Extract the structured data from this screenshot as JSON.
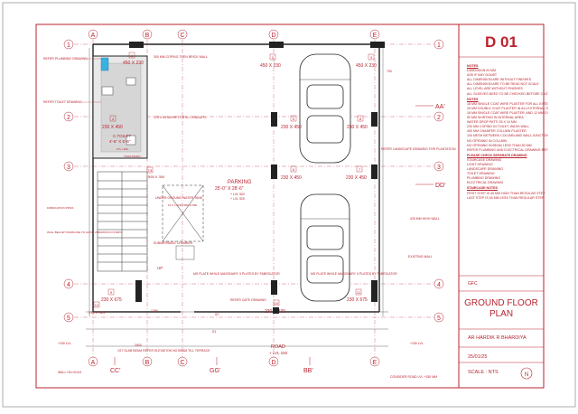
{
  "sheet": {
    "number": "D 01",
    "drawing_title": "GROUND FLOOR PLAN",
    "status": "GFC",
    "architect": "AR HARDIK R BHARDIYA",
    "date": "25/01/25",
    "scale": "SCALE : NTS",
    "compass": "N"
  },
  "notes": [
    {
      "heading": "NOTES",
      "lines": [
        "DIMENSION IN MM",
        "ASK IF ANY DOUBT",
        "ALL DIMENSION ARE WITHOUT FINISHES",
        "ALL DIMENSION ARE TO BE READ NOT SCALE",
        "ALL LEVEL ARE WITHOUT FINISHES",
        "ALL SLEEVES NEED TO BE CHECKED BEFORE CASTING"
      ]
    },
    {
      "heading": "NOTES",
      "lines": [
        "18 MM SINGLE COAT WIRE PLASTER FOR ALL EXTERNAL STONE CLADDING AREA",
        "25 MM DOUBLE COAT PLASTER IN ALL EXTERNAL SURFACE",
        "18 MM SINGLE COAT WIRE PLASTER, AND 12 MM GYPSUM PLASTER",
        "50 MM SKIRTING IN INTERNAL AREA",
        "WATER DROP PATTI 25 X 10 MM",
        "230 MM COPING IN TOILET, WASH WALL",
        "400 MM CHAMFER COLUMN PLASTER",
        "100 MESH BETWEEN COLUMN AND WALL JUNCTION",
        "NO OPENING IN COLUMN",
        "NO OPENING IN BEAM LESS THAN 50 MM",
        "REFER PLUMBING AND ELECTRICAL DRAWING BEFORE PCC AND BRICK WALL"
      ]
    },
    {
      "heading": "PLEASE CHECK SEPARATE DRAWING",
      "lines": [
        "STAIRCASE DRAWING",
        "LIGHT DRAWING",
        "LANDSCAPE DRAWING",
        "TOILET DRAWING",
        "PLUMBING DRAWING",
        "ELECTRICAL DRAWING"
      ]
    },
    {
      "heading": "STAIRCASE NOTES",
      "lines": [
        "FIRST STEP IS 45 MM HIGH THAN REGULAR STEP",
        "LAST STEP IS 45 MM LESS THAN REGULAR STEP"
      ]
    }
  ],
  "grid": {
    "columns": [
      "A",
      "B",
      "C",
      "D",
      "E"
    ],
    "rows": [
      "1",
      "2",
      "3",
      "4",
      "5"
    ],
    "sections": [
      "AA'",
      "DD'",
      "CC'",
      "GG'",
      "BB'"
    ]
  },
  "rooms": {
    "toilet_name": "C.TOILET",
    "toilet_size": "4'-6\" X 5'-6\"",
    "parking_name": "PARKING",
    "parking_size": "25'-0\" X 28'-6\"",
    "parking_level": "+ LVL 300",
    "parking_level2": "+ LVL 325",
    "road": "ROAD",
    "road_level": "+ LVL 150",
    "underground_tank": "UNDER GROUND WATER TANK",
    "submersible": "SUBMERSIBLE CHAMBER",
    "up": "UP",
    "tank_capacity": "10 X 1.00M 7000 LITRE",
    "toilet_ftl": "FTL +300",
    "tiles_drain": "TILES DRAIN"
  },
  "columns_tags": [
    {
      "num": "1",
      "size": "450 X 230"
    },
    {
      "num": "2",
      "size": "450 X 230"
    },
    {
      "num": "3",
      "size": "450 X 230"
    },
    {
      "num": "4",
      "size": "230 X 450"
    },
    {
      "num": "5",
      "size": "230 X 450"
    },
    {
      "num": "6",
      "size": "230 X 450"
    },
    {
      "num": "7",
      "size": "230 X 450"
    },
    {
      "num": "8",
      "size": "230 X 450"
    },
    {
      "num": "9",
      "size": "230 X 675"
    },
    {
      "num": "10",
      "size": "230 X 230"
    },
    {
      "num": "11",
      "size": "230 X 675"
    },
    {
      "num": "12",
      "size": "230 X 325"
    },
    {
      "num": "13",
      "size": "595 X 300"
    }
  ],
  "annotations": {
    "refer_plumbing": "REFER PLUMBING DRAWING",
    "refer_toilet": "REFER TOILET DRAWING",
    "coping": "300 MM COPING THEN BRICK WALL",
    "niche": "375 X 50 NICHE FOR EL CONDUITS",
    "fabrication": "FABRICATION PIPES",
    "wall_below": "WALL BELOW STAIRCASE TO AVOID VIBRATION IN STEPS",
    "landscape": "REFER LANDSCAPE DRAWING FOR PLANTATION",
    "existing_wall": "EXISTING WALL",
    "wall_425": "425 MM HIGH WALL",
    "ms_plate_left": "MS PLATE WHILE MASONARY 3 PLATES BY FABRICATOR",
    "ms_plate_mid": "MS PLATE WHILE MASONARY 3 PLATES BY FABRICATOR",
    "gate": "REFER GATE DRAWING",
    "slab_ref": "1ST SLAB BEAM REFER ELEVATION NO BEAM TILL TERRACE",
    "wall_on_hold": "WALL ON HOLD",
    "consider_road": "CONSIDER ROAD LVL +150 MM",
    "lvl_150_left": "+150 LVL",
    "lvl_150_right": "+150 LVL",
    "dim_3900": "3900",
    "dim_1290": "1290",
    "dim_750": "750",
    "dim_01": "01",
    "dim_02": "02"
  }
}
